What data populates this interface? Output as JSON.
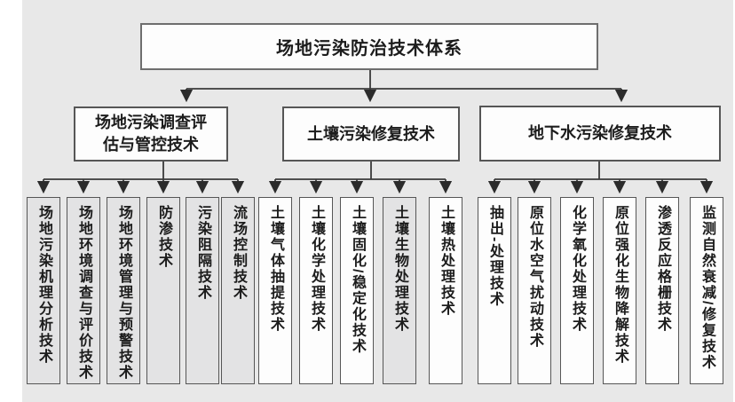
{
  "diagram": {
    "root": "场地污染防治技术体系",
    "branches": [
      {
        "label": "场地污染调查评估与管控技术",
        "children": [
          "场地污染机理分析技术",
          "场地环境调查与评价技术",
          "场地环境管理与预警技术",
          "防渗技术",
          "污染阻隔技术",
          "流场控制技术"
        ]
      },
      {
        "label": "土壤污染修复技术",
        "children": [
          "土壤气体抽提技术",
          "土壤化学处理技术",
          "土壤固化/稳定化技术",
          "土壤生物处理技术",
          "土壤热处理技术"
        ]
      },
      {
        "label": "地下水污染修复技术",
        "children": [
          "抽出-处理技术",
          "原位水空气扰动技术",
          "化学氧化处理技术",
          "原位强化生物降解技术",
          "渗透反应格栅技术",
          "监测自然衰减/修复技术"
        ]
      }
    ],
    "colors": {
      "background": "#e8e8e8",
      "node_fill_white": "#fdfdfd",
      "node_fill_gray": "#e3e3e4",
      "border": "#565656",
      "line": "#3a3a3a",
      "text": "#1c1c1c"
    }
  }
}
